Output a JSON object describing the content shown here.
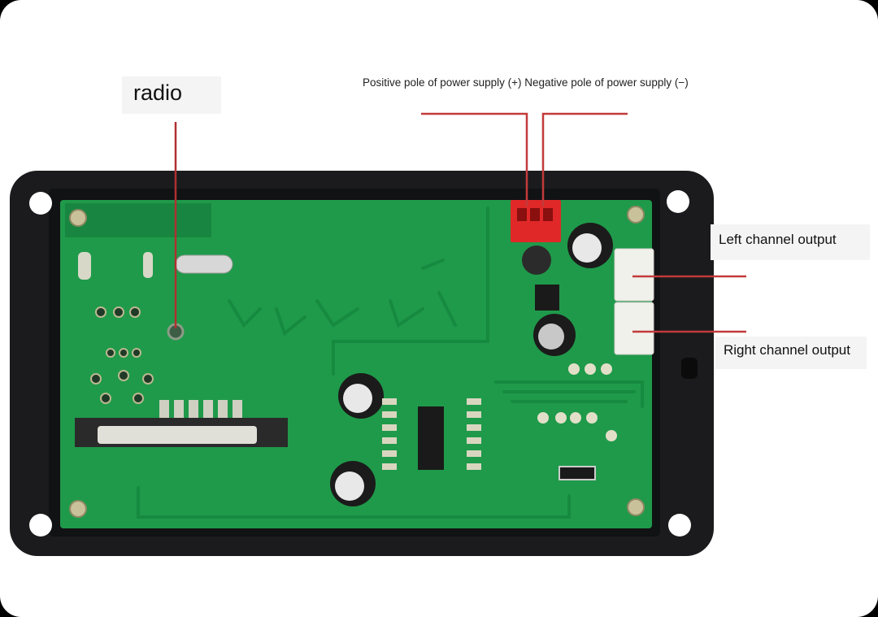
{
  "labels": {
    "radio": "radio",
    "power": "Positive pole of power supply (+) Negative pole of power supply (−)",
    "left_channel": "Left channel output",
    "right_channel": "Right channel output"
  },
  "colors": {
    "pcb_green": "#1f9a4a",
    "frame_black": "#1b1b1d",
    "leader_line": "#c23a3a",
    "connector_red": "#e02828"
  }
}
